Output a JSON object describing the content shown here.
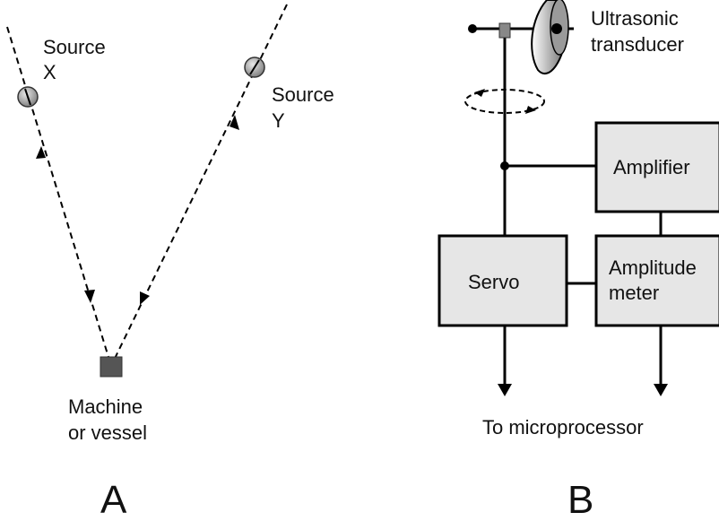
{
  "panel_a": {
    "source_x_line1": "Source",
    "source_x_line2": "X",
    "source_y_line1": "Source",
    "source_y_line2": "Y",
    "machine_line1": "Machine",
    "machine_line2": "or vessel",
    "panel_label": "A"
  },
  "panel_b": {
    "transducer_line1": "Ultrasonic",
    "transducer_line2": "transducer",
    "amplifier": "Amplifier",
    "servo": "Servo",
    "amplitude_meter_line1": "Amplitude",
    "amplitude_meter_line2": "meter",
    "output": "To microprocessor",
    "panel_label": "B"
  },
  "colors": {
    "box_fill": "#e6e6e6",
    "machine_fill": "#555555",
    "source_fill": "#9a9a9a"
  }
}
